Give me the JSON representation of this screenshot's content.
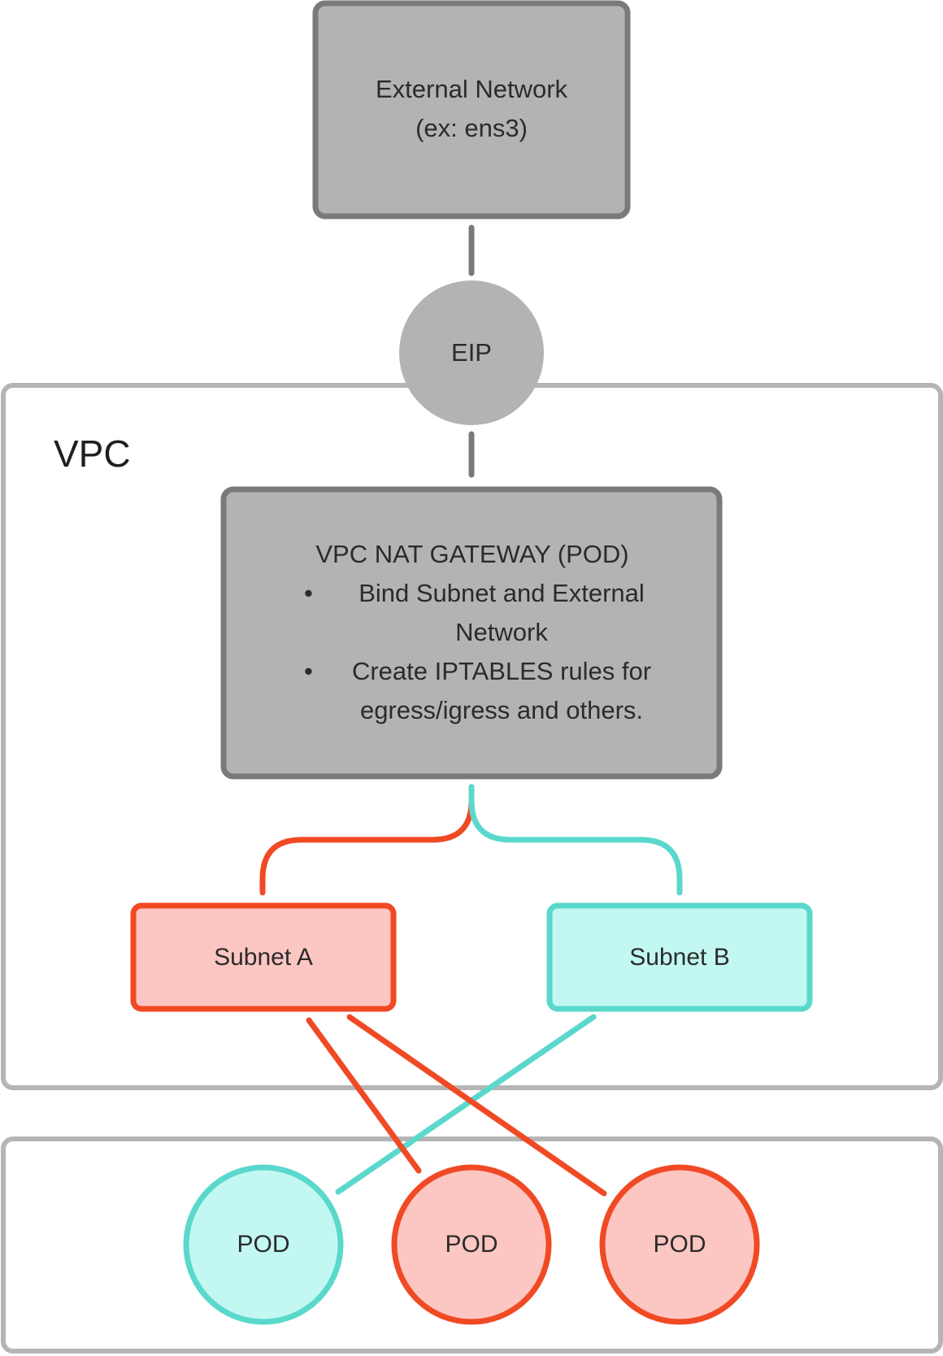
{
  "external_network": {
    "line1": "External Network",
    "line2": "(ex: ens3)"
  },
  "eip": {
    "label": "EIP"
  },
  "vpc": {
    "label": "VPC"
  },
  "nat_gateway": {
    "title": "VPC NAT GATEWAY (POD)",
    "bullets": [
      "Bind Subnet and External Network",
      "Create IPTABLES rules for egress/igress and others."
    ]
  },
  "subnets": [
    {
      "label": "Subnet A",
      "color": "#f04a25",
      "fill": "#fcc6c2"
    },
    {
      "label": "Subnet B",
      "color": "#5ad8cc",
      "fill": "#c3f7f1"
    }
  ],
  "pods": [
    {
      "label": "POD",
      "subnet": "Subnet B"
    },
    {
      "label": "POD",
      "subnet": "Subnet A"
    },
    {
      "label": "POD",
      "subnet": "Subnet A"
    }
  ],
  "colors": {
    "gray_fill": "#b3b3b3",
    "gray_stroke": "#7a7a7a",
    "container_stroke": "#b5b5b5"
  }
}
